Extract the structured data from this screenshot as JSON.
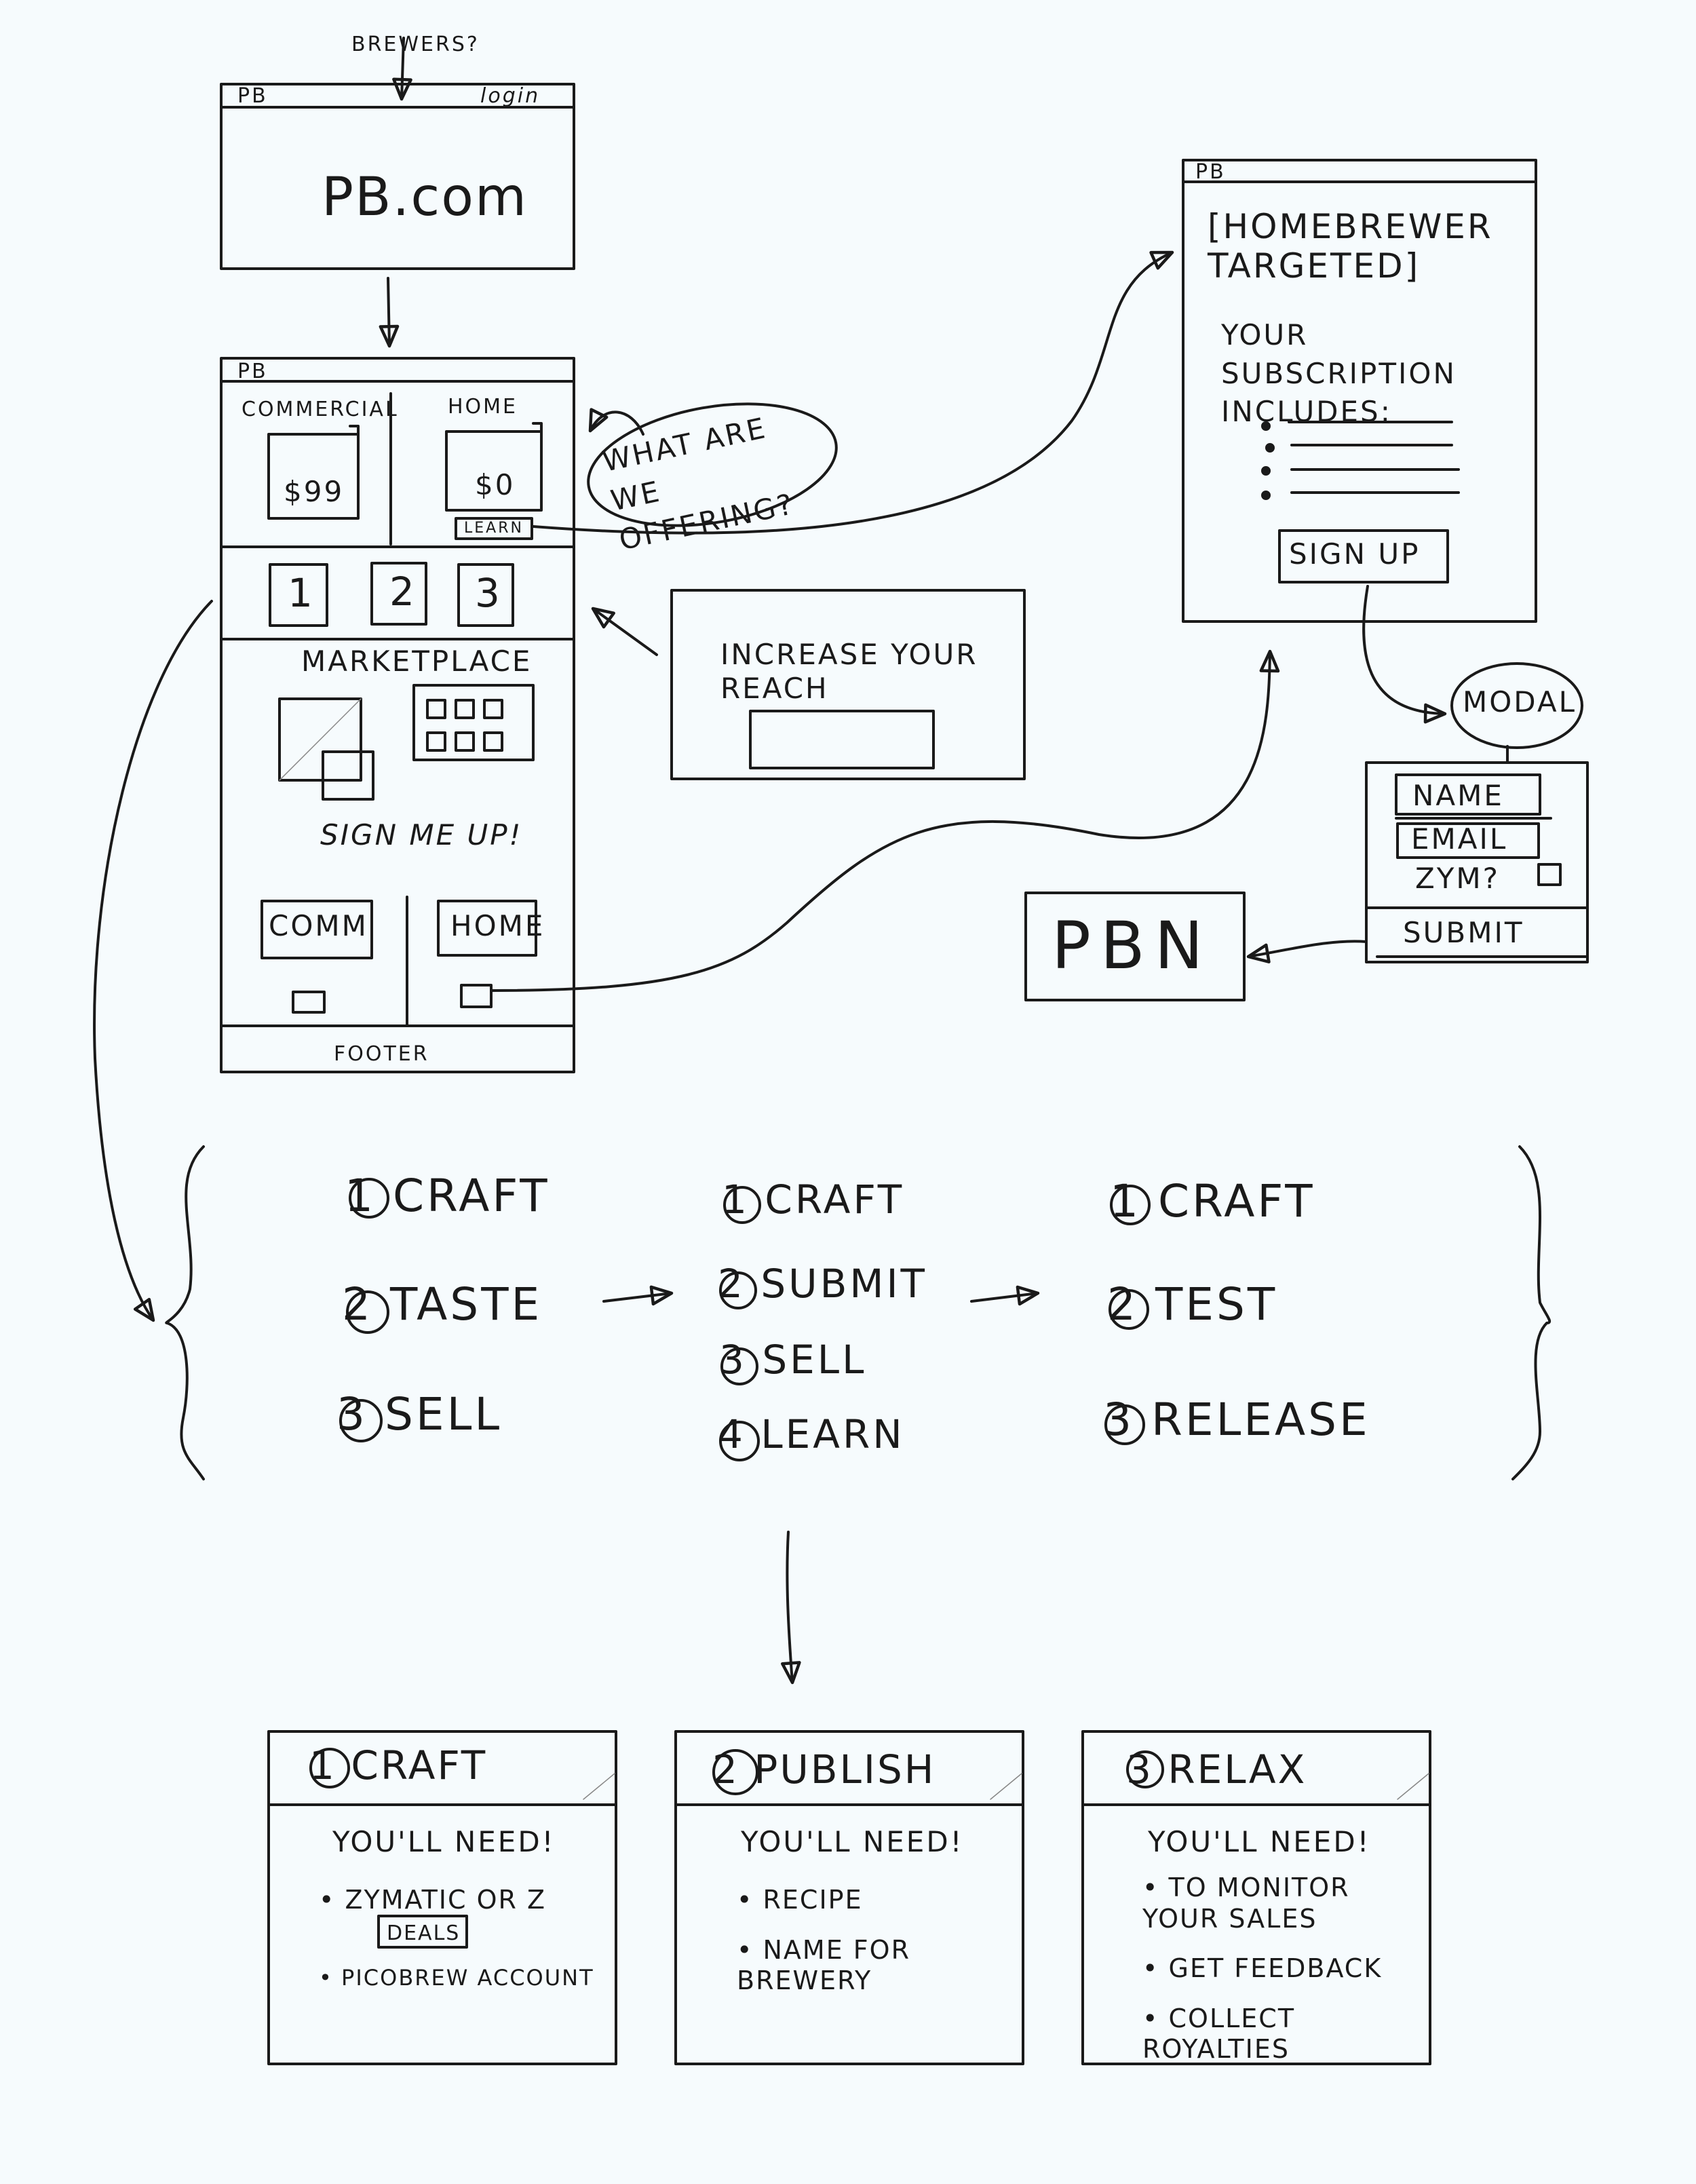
{
  "annotations": {
    "brewers_note": "BREWERS?",
    "offering_note": "WHAT ARE WE OFFERING?",
    "modal_note": "MODAL"
  },
  "landing": {
    "logo": "PB",
    "login": "login",
    "title": "PB.com"
  },
  "home_page": {
    "logo": "PB",
    "commercial": {
      "label": "COMMERCIAL",
      "price": "$99"
    },
    "home": {
      "label": "HOME",
      "price": "$0",
      "learn": "LEARN"
    },
    "steps": [
      "1",
      "2",
      "3"
    ],
    "marketplace_title": "MARKETPLACE",
    "signup_prompt": "SIGN ME UP!",
    "comm_button": "COMM",
    "home_button": "HOME",
    "footer": "FOOTER"
  },
  "reach_box": {
    "text": "INCREASE YOUR REACH"
  },
  "subscription_page": {
    "logo": "PB",
    "targeted": "[HOMEBREWER TARGETED]",
    "includes": "YOUR SUBSCRIPTION INCLUDES:",
    "sign_up": "SIGN UP"
  },
  "modal_form": {
    "name": "NAME",
    "email": "EMAIL",
    "zym": "ZYM?",
    "submit": "SUBMIT"
  },
  "pbn_box": {
    "text": "PBN"
  },
  "process_columns": [
    {
      "steps": [
        "1 CRAFT",
        "2 TASTE",
        "3 SELL"
      ]
    },
    {
      "steps": [
        "1 CRAFT",
        "2 SUBMIT",
        "3 SELL",
        "4 LEARN"
      ]
    },
    {
      "steps": [
        "1 CRAFT",
        "2 TEST",
        "3 RELEASE"
      ]
    }
  ],
  "cards": [
    {
      "title": "1 CRAFT",
      "need": "YOU'LL NEED!",
      "items": [
        "ZYMATIC OR Z",
        "PICOBREW ACCOUNT"
      ],
      "deals": "DEALS"
    },
    {
      "title": "2 PUBLISH",
      "need": "YOU'LL NEED!",
      "items": [
        "RECIPE",
        "NAME FOR BREWERY"
      ]
    },
    {
      "title": "3 RELAX",
      "need": "YOU'LL NEED!",
      "items": [
        "TO MONITOR YOUR SALES",
        "GET FEEDBACK",
        "COLLECT ROYALTIES"
      ]
    }
  ]
}
